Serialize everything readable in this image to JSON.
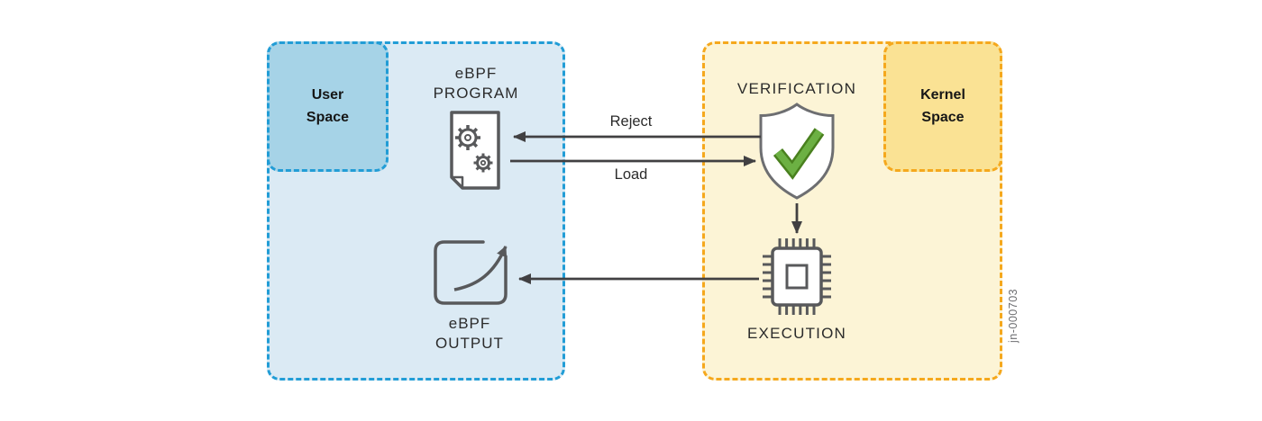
{
  "regions": {
    "user": {
      "line1": "User",
      "line2": "Space"
    },
    "kernel": {
      "line1": "Kernel",
      "line2": "Space"
    }
  },
  "nodes": {
    "ebpf_program": {
      "line1": "eBPF",
      "line2": "PROGRAM"
    },
    "verification": {
      "label": "VERIFICATION"
    },
    "execution": {
      "label": "EXECUTION"
    },
    "ebpf_output": {
      "line1": "eBPF",
      "line2": "OUTPUT"
    }
  },
  "arrows": {
    "reject": "Reject",
    "load": "Load"
  },
  "watermark": "jn-000703",
  "colors": {
    "user_region_fill": "#dbeaf4",
    "user_region_border": "#229dd6",
    "user_label_fill": "#a6d3e7",
    "kernel_region_fill": "#fcf4d6",
    "kernel_region_border": "#f5a81d",
    "kernel_label_fill": "#fae294",
    "arrow_color": "#414042",
    "icon_stroke": "#58595b",
    "check_green": "#6cb043",
    "check_green_dark": "#49801e"
  }
}
